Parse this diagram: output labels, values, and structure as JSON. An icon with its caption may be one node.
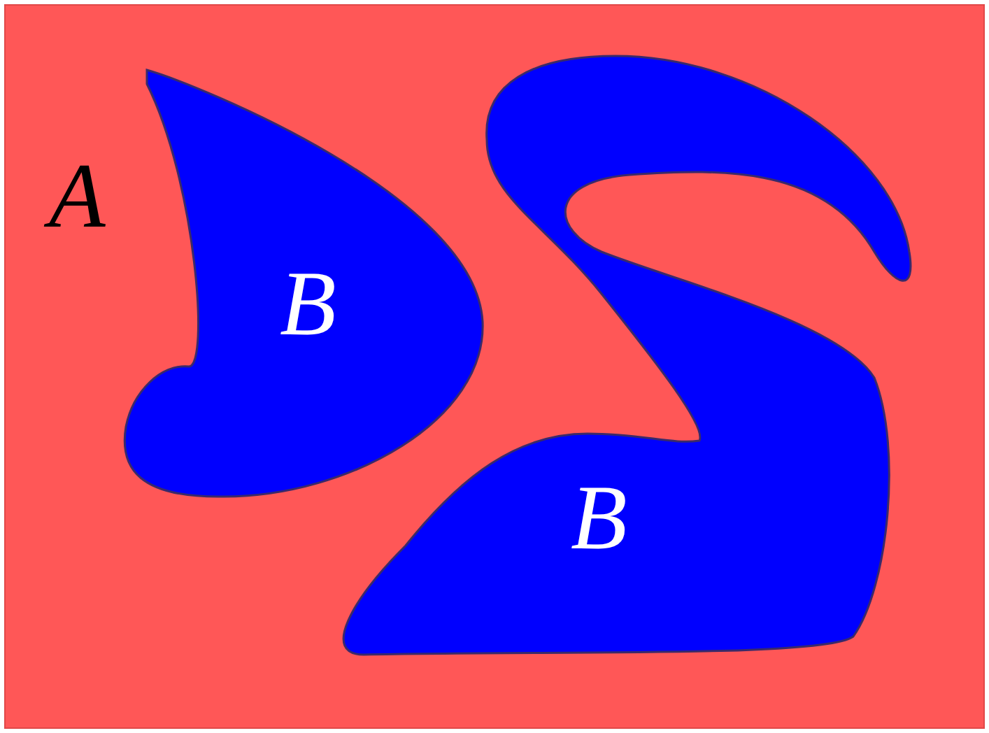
{
  "diagram": {
    "nodes": [
      {
        "text": [
          "A"
        ]
      },
      {
        "text": [
          "B"
        ],
        "in": 0
      },
      {
        "text": [
          "B"
        ],
        "in": 0
      }
    ]
  }
}
